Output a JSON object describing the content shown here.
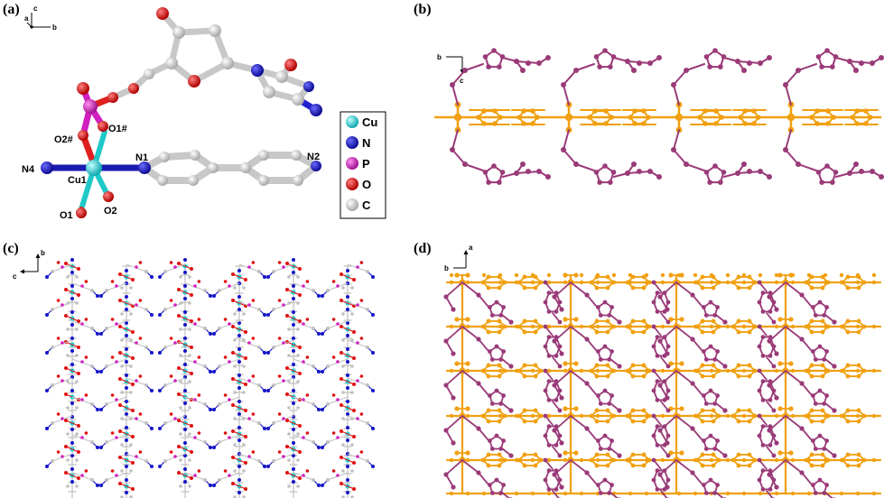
{
  "panels": [
    {
      "label": "(a)"
    },
    {
      "label": "(b)"
    },
    {
      "label": "(c)"
    },
    {
      "label": "(d)"
    }
  ],
  "atom_labels": {
    "o2h": "O2#",
    "o1h": "O1#",
    "n4": "N4",
    "cu1": "Cu1",
    "n1": "N1",
    "n2": "N2",
    "o1": "O1",
    "o2": "O2"
  },
  "legend": [
    {
      "symbol": "Cu",
      "color": "#20d8d8"
    },
    {
      "symbol": "N",
      "color": "#1414c8"
    },
    {
      "symbol": "P",
      "color": "#d020c0"
    },
    {
      "symbol": "O",
      "color": "#e01010"
    },
    {
      "symbol": "C",
      "color": "#c0c0c0"
    }
  ],
  "axes": {
    "a": {
      "labels": [
        "a",
        "c",
        "b"
      ]
    },
    "b": {
      "labels": [
        "b",
        "c"
      ]
    },
    "c": {
      "labels": [
        "b",
        "c"
      ]
    },
    "d": {
      "labels": [
        "a",
        "b"
      ]
    }
  },
  "colors": {
    "framework": "#f0a010",
    "ligand": "#9a3a78",
    "cu": "#20d8d8",
    "n": "#1414c8",
    "p": "#d020c0",
    "o": "#e01010",
    "c": "#c0c0c0"
  }
}
